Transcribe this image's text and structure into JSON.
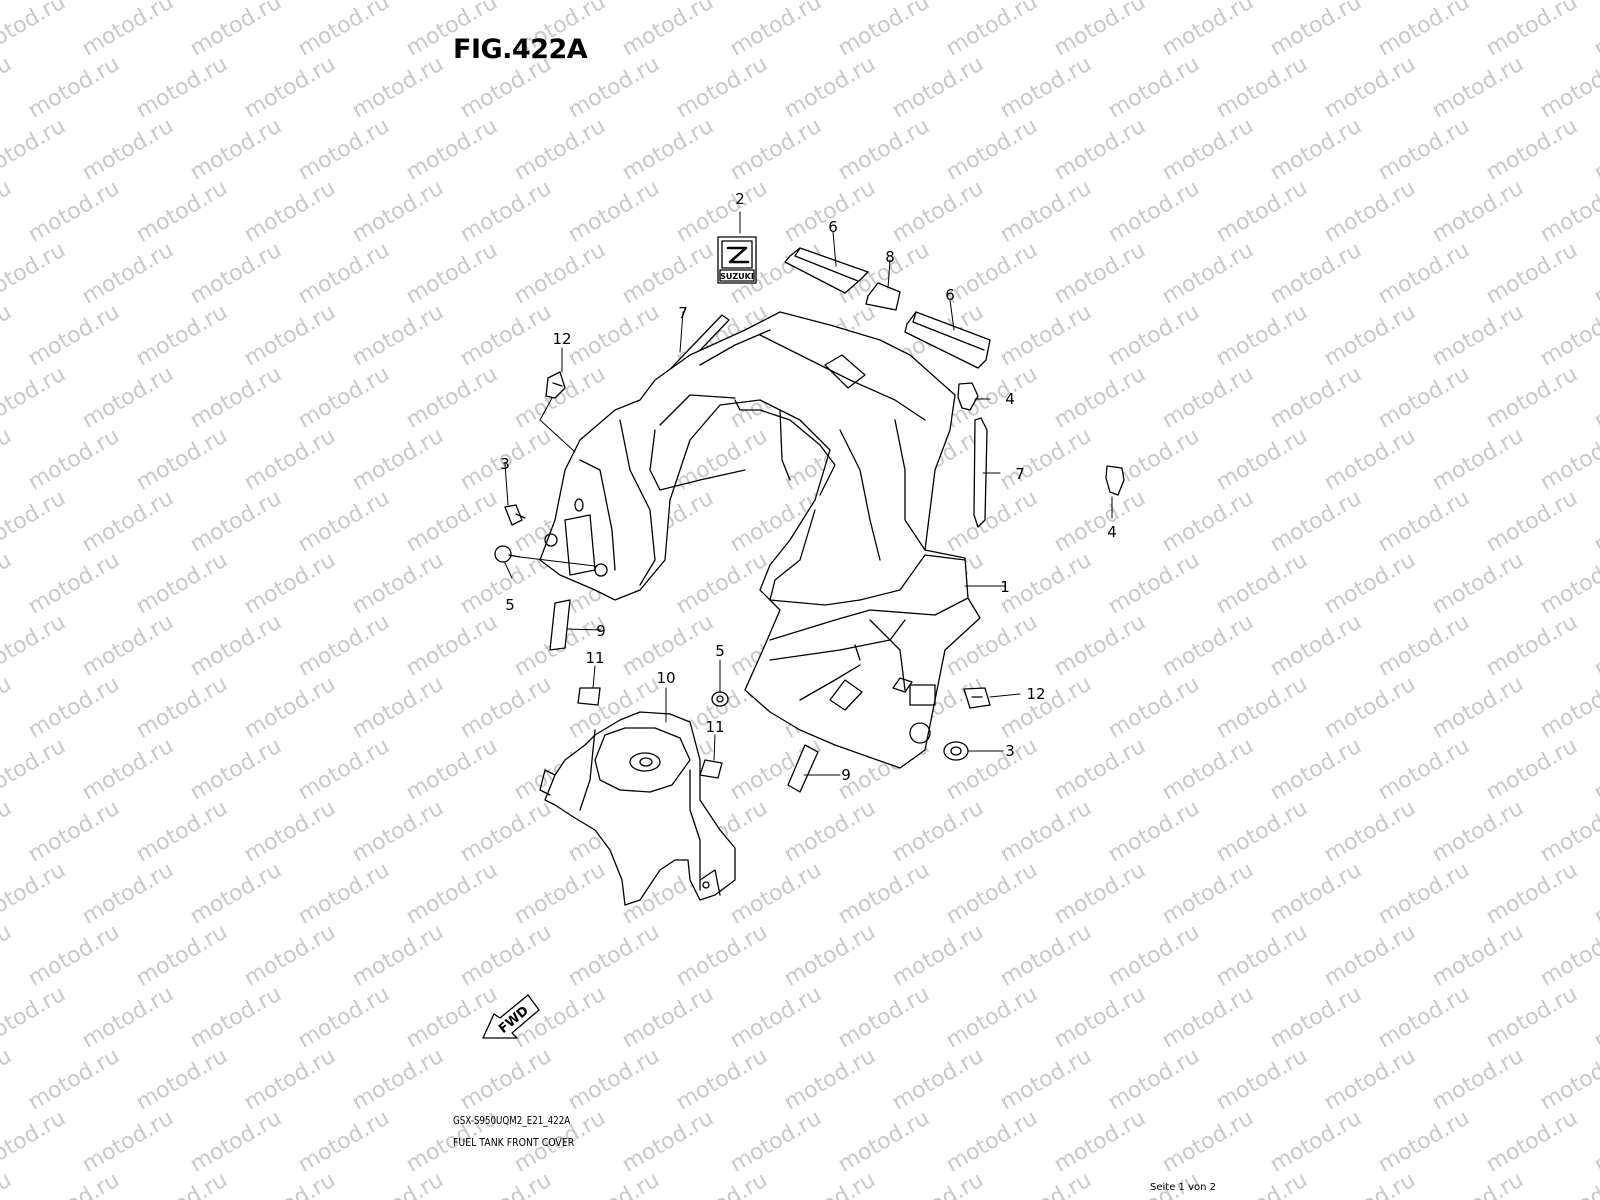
{
  "figure": {
    "title": "FIG.422A",
    "model_code": "GSX-S950UQM2_E21_422A",
    "section_name": "FUEL TANK FRONT COVER",
    "page_counter": "Seite 1 von 2"
  },
  "watermark_text": "motod.ru",
  "logo": {
    "brand": "SUZUKI"
  },
  "direction_marker": "FWD",
  "callouts": [
    {
      "id": "c2",
      "label": "2"
    },
    {
      "id": "c6a",
      "label": "6"
    },
    {
      "id": "c8",
      "label": "8"
    },
    {
      "id": "c6b",
      "label": "6"
    },
    {
      "id": "c7a",
      "label": "7"
    },
    {
      "id": "c12a",
      "label": "12"
    },
    {
      "id": "c4a",
      "label": "4"
    },
    {
      "id": "c3a",
      "label": "3"
    },
    {
      "id": "c7b",
      "label": "7"
    },
    {
      "id": "c4b",
      "label": "4"
    },
    {
      "id": "c5a",
      "label": "5"
    },
    {
      "id": "c1",
      "label": "1"
    },
    {
      "id": "c9a",
      "label": "9"
    },
    {
      "id": "c11a",
      "label": "11"
    },
    {
      "id": "c10",
      "label": "10"
    },
    {
      "id": "c5b",
      "label": "5"
    },
    {
      "id": "c12b",
      "label": "12"
    },
    {
      "id": "c11b",
      "label": "11"
    },
    {
      "id": "c3b",
      "label": "3"
    },
    {
      "id": "c9b",
      "label": "9"
    }
  ]
}
